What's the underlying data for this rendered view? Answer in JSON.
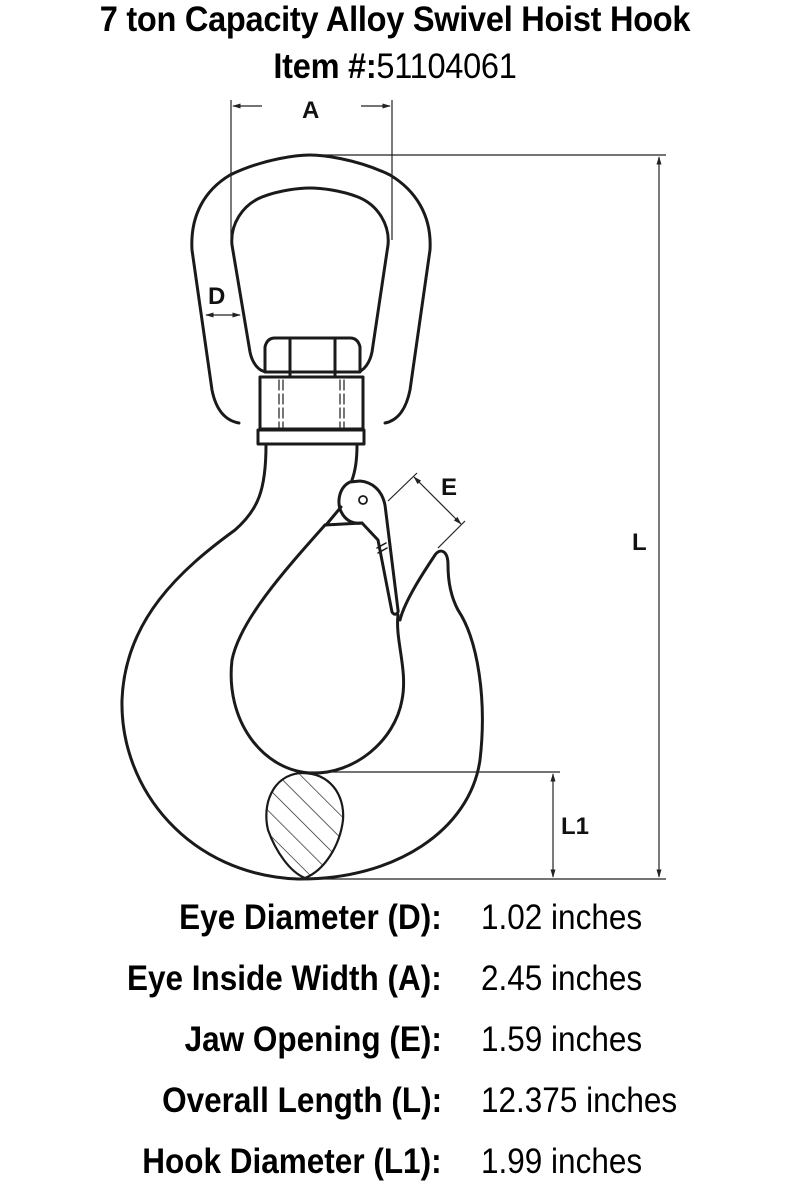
{
  "header": {
    "title": "7 ton Capacity Alloy Swivel Hoist Hook",
    "item_label": "Item #:",
    "item_number": "51104061"
  },
  "diagram": {
    "labels": {
      "A": "A",
      "D": "D",
      "E": "E",
      "L": "L",
      "L1": "L1"
    },
    "stroke_color": "#1a1a1a"
  },
  "specs": [
    {
      "label": "Eye Diameter (D):",
      "value": "1.02 inches"
    },
    {
      "label": "Eye Inside Width (A):",
      "value": "2.45 inches"
    },
    {
      "label": "Jaw Opening (E):",
      "value": "1.59 inches"
    },
    {
      "label": "Overall Length (L):",
      "value": "12.375 inches"
    },
    {
      "label": "Hook Diameter (L1):",
      "value": "1.99 inches"
    }
  ]
}
